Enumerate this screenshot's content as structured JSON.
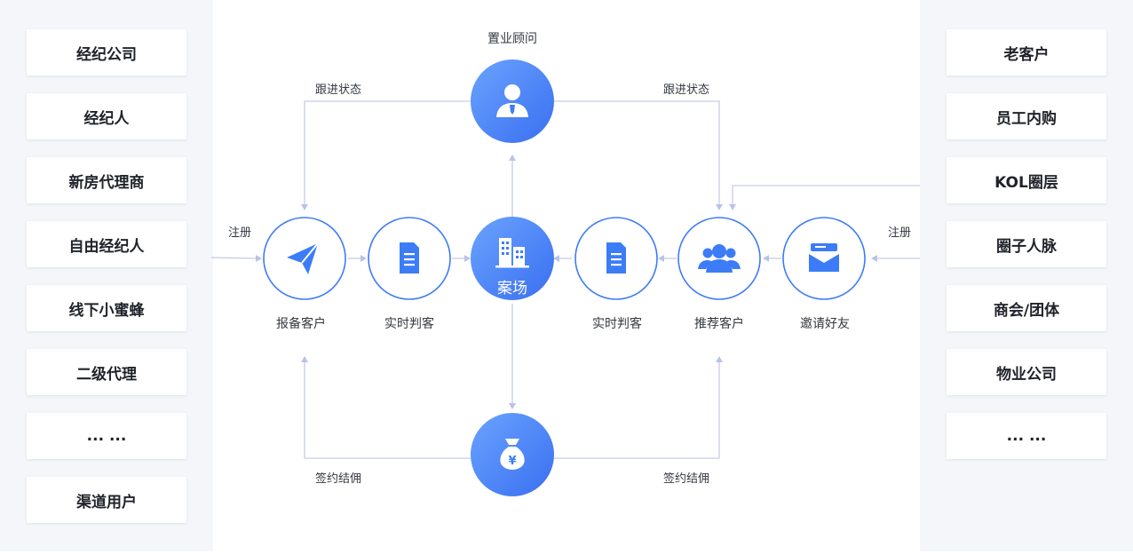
{
  "left_cards": [
    "经纪公司",
    "经纪人",
    "新房代理商",
    "自由经纪人",
    "线下小蜜蜂",
    "二级代理",
    "... ...",
    "渠道用户"
  ],
  "right_cards": [
    "老客户",
    "员工内购",
    "KOL圈层",
    "圈子人脉",
    "商会/团体",
    "物业公司",
    "... ..."
  ],
  "nodes": {
    "advisor": "置业顾问",
    "center": "案场",
    "report_client": "报备客户",
    "realtime_left": "实时判客",
    "realtime_right": "实时判客",
    "recommend_client": "推荐客户",
    "invite_friend": "邀请好友"
  },
  "edges": {
    "follow_left": "跟进状态",
    "follow_right": "跟进状态",
    "register_left": "注册",
    "register_right": "注册",
    "sign_left": "签约结佣",
    "sign_right": "签约结佣"
  },
  "colors": {
    "accent": "#3d7cf7",
    "accent_light": "#6aa3ff",
    "line": "#c5cde6",
    "panel_bg": "#f4f6fa"
  }
}
